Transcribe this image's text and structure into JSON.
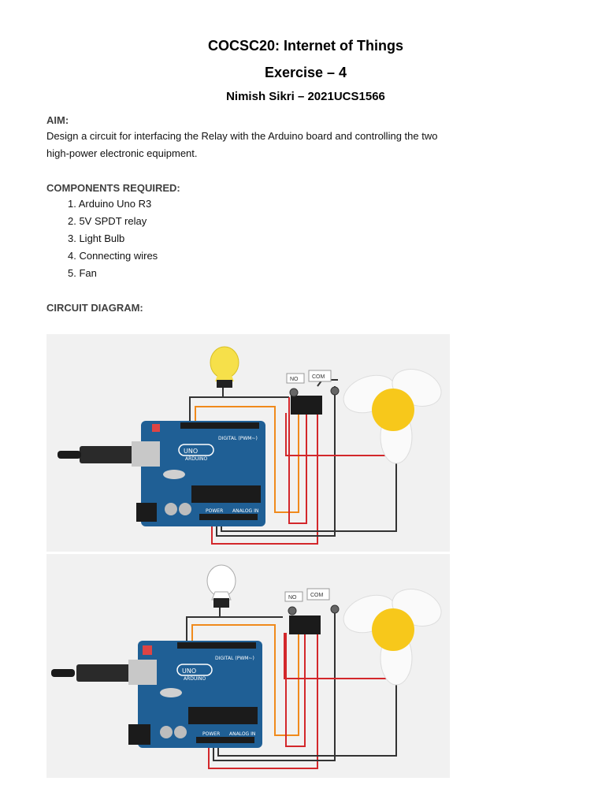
{
  "header": {
    "course": "COCSC20: Internet of Things",
    "exercise": "Exercise – 4",
    "author": "Nimish Sikri – 2021UCS1566"
  },
  "aim": {
    "heading": "AIM:",
    "line1": "Design a circuit for interfacing the Relay with the Arduino board and controlling the two",
    "line2": "high-power electronic equipment."
  },
  "components": {
    "heading": "COMPONENTS REQUIRED:",
    "items": [
      "1.  Arduino Uno R3",
      "2. 5V SPDT relay",
      "3. Light Bulb",
      "4. Connecting wires",
      "5. Fan"
    ]
  },
  "circuit": {
    "heading": "CIRCUIT DIAGRAM:",
    "diagrams": [
      {
        "bulb_state": "on",
        "relay_no_label": "NO",
        "relay_com_label": "COM",
        "board_uno": "UNO",
        "board_brand": "ARDUINO",
        "digital_label": "DIGITAL (PWM~)",
        "power_label": "POWER",
        "analog_label": "ANALOG IN"
      },
      {
        "bulb_state": "off",
        "relay_no_label": "NO",
        "relay_com_label": "COM",
        "board_uno": "UNO",
        "board_brand": "ARDUINO",
        "digital_label": "DIGITAL (PWM~)",
        "power_label": "POWER",
        "analog_label": "ANALOG IN"
      }
    ]
  },
  "colors": {
    "board": "#1f5f95",
    "wire_red": "#d3272b",
    "wire_orange": "#f08a1c",
    "wire_black": "#333333",
    "bulb_on": "#f6e04a",
    "fan_hub": "#f7c81b"
  }
}
